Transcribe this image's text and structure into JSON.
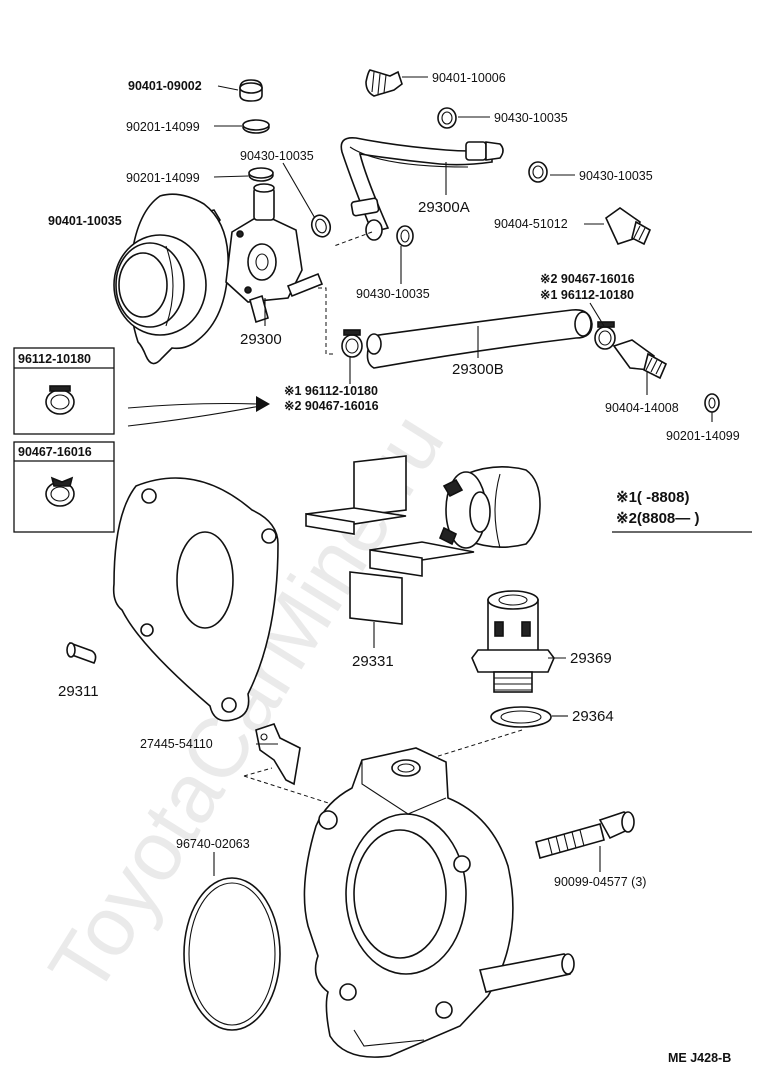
{
  "labels": {
    "p90401_09002": "90401-09002",
    "p90401_10006": "90401-10006",
    "p90201_14099_a": "90201-14099",
    "p90430_10035_a": "90430-10035",
    "p90430_10035_b": "90430-10035",
    "p90201_14099_b": "90201-14099",
    "p90430_10035_c": "90430-10035",
    "p29300A": "29300A",
    "p90401_10035": "90401-10035",
    "p90404_51012": "90404-51012",
    "p90430_10035_d": "90430-10035",
    "p29300": "29300",
    "star2_a": "※2 90467-16016",
    "star1_a": "※1 96112-10180",
    "p29300B": "29300B",
    "star1_b": "※1 96112-10180",
    "star2_b": "※2 90467-16016",
    "p90404_14008": "90404-14008",
    "p90201_14099_c": "90201-14099",
    "box1": "96112-10180",
    "box2": "90467-16016",
    "p29369": "29369",
    "p29331": "29331",
    "p29311": "29311",
    "p29364": "29364",
    "p27445_54110": "27445-54110",
    "p96740_02063": "96740-02063",
    "p90099_04577": "90099-04577 (3)"
  },
  "notes": {
    "line1": "※1(      -8808)",
    "line2": "※2(8808—        )"
  },
  "footer_code": "ME  J428-B",
  "watermark": "ToyotaCarMine.ru"
}
